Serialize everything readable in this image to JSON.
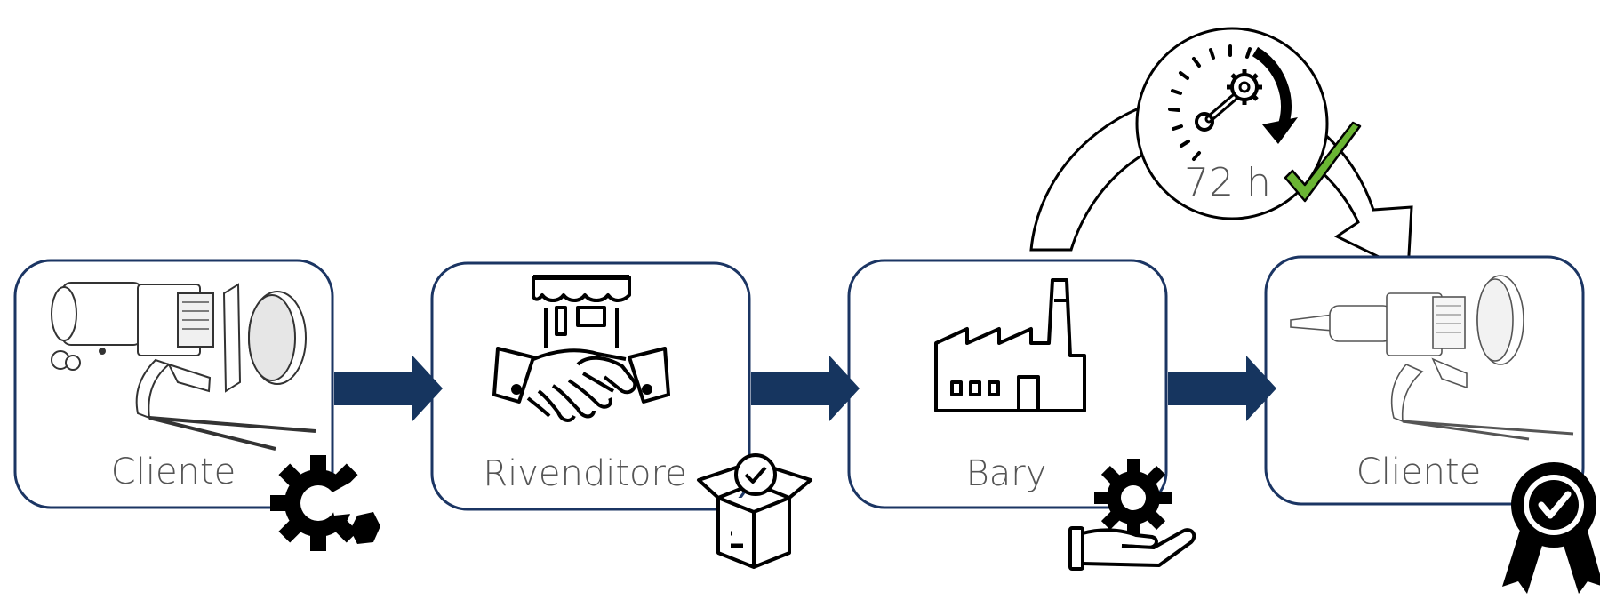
{
  "colors": {
    "box_border": "#1b3563",
    "arrow": "#16355f",
    "check": "#6ab533",
    "label": "#555555",
    "icon": "#000000"
  },
  "steps": [
    {
      "label": "Cliente",
      "image": "damaged-machine-illustration",
      "badge_icon": "broken-gear-icon"
    },
    {
      "label": "Rivenditore",
      "image": "shop-handshake-icon",
      "badge_icon": "package-check-icon"
    },
    {
      "label": "Bary",
      "image": "factory-icon",
      "badge_icon": "gear-service-hand-icon"
    },
    {
      "label": "Cliente",
      "image": "repaired-machine-illustration",
      "badge_icon": "award-check-icon"
    }
  ],
  "turnaround": {
    "time_label": "72 h",
    "icon": "stopwatch-wrench-gear-icon",
    "check_icon": "green-checkmark-icon"
  }
}
